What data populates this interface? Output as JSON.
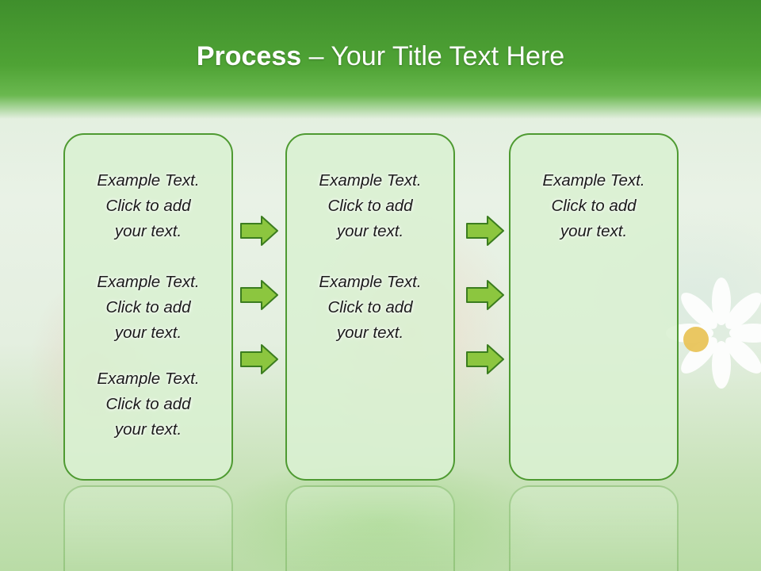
{
  "slide": {
    "title_bold": "Process",
    "title_rest": " – Your Title Text Here",
    "columns": [
      {
        "texts": [
          "Example Text.\nClick  to add\nyour text.",
          "Example Text.\nClick  to add\nyour text.",
          "Example Text.\nClick  to add\nyour text."
        ]
      },
      {
        "texts": [
          "Example Text.\nClick  to add\nyour text.",
          "Example Text.\nClick  to add\nyour text."
        ]
      },
      {
        "texts": [
          "Example Text.\nClick  to add\nyour text."
        ]
      }
    ],
    "colors": {
      "header": "#4fa335",
      "box_border": "#4e9a31",
      "box_fill": "#daf0d2",
      "arrow_fill": "#8cc63f",
      "arrow_stroke": "#3b7d1f"
    },
    "icons": [
      "right-arrow-icon",
      "daisy-flower-icon"
    ]
  }
}
